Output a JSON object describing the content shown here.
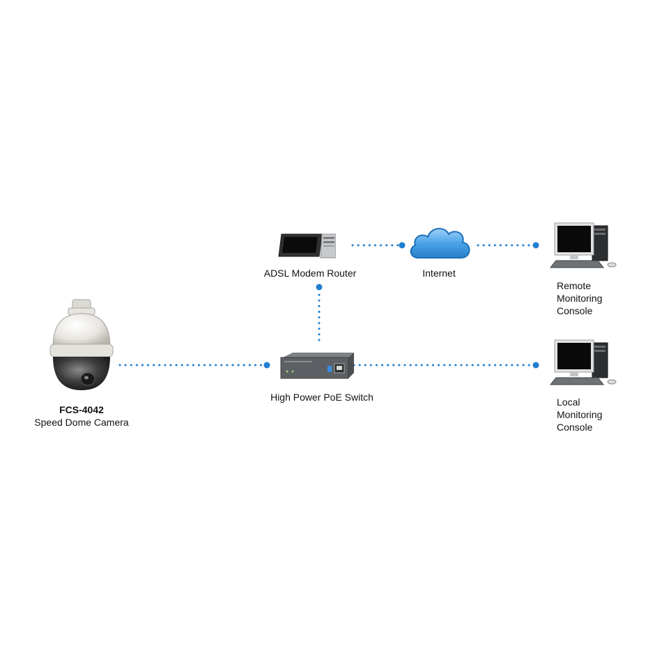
{
  "nodes": {
    "camera": {
      "model": "FCS-4042",
      "name": "Speed Dome Camera"
    },
    "switch": {
      "name": "High Power PoE Switch"
    },
    "router": {
      "name": "ADSL Modem Router"
    },
    "internet": {
      "name": "Internet"
    },
    "remote_console": {
      "line1": "Remote",
      "line2": "Monitoring",
      "line3": "Console"
    },
    "local_console": {
      "line1": "Local",
      "line2": "Monitoring",
      "line3": "Console"
    }
  },
  "connections": [
    {
      "from": "camera",
      "to": "switch"
    },
    {
      "from": "switch",
      "to": "router"
    },
    {
      "from": "switch",
      "to": "local_console"
    },
    {
      "from": "router",
      "to": "internet"
    },
    {
      "from": "internet",
      "to": "remote_console"
    }
  ],
  "colors": {
    "link": "#1f7fd1",
    "cloud": "#4aa3e8",
    "cloud_edge": "#1d6fb8"
  }
}
